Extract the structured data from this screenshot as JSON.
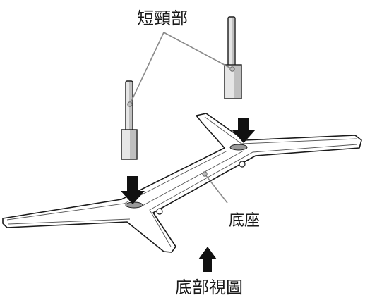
{
  "labels": {
    "neck": "短頸部",
    "base": "底座",
    "bottom_view": "底部視圖"
  },
  "icons": {
    "left_arrow": "down-arrow-icon",
    "right_arrow": "down-arrow-icon",
    "view_arrow": "up-arrow-icon"
  },
  "colors": {
    "line": "#1a1a1a",
    "leader": "#8a8a8a",
    "arrow": "#111111",
    "background": "#ffffff"
  }
}
